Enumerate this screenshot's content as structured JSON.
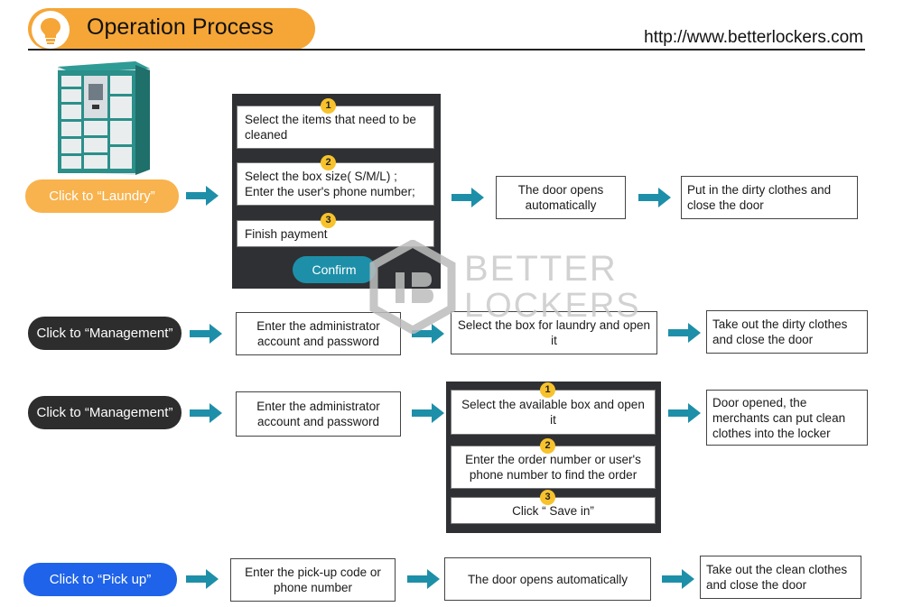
{
  "header": {
    "title": "Operation Process",
    "url": "http://www.betterlockers.com",
    "bulb_icon": "lightbulb-icon"
  },
  "watermark": {
    "line1": "BETTER",
    "line2": "LOCKERS"
  },
  "colors": {
    "orange": "#f5a637",
    "teal": "#1e8fa8",
    "dark": "#2f3033",
    "blue": "#1e63e9",
    "yellow": "#f7c22c"
  },
  "row1": {
    "start_button": "Click to “Laundry”",
    "steps": [
      {
        "num": "1",
        "text": "Select the items that need to be cleaned"
      },
      {
        "num": "2",
        "line1": "Select the box size( S/M/L) ;",
        "line2": "Enter the user's phone number;"
      },
      {
        "num": "3",
        "text": "Finish payment"
      }
    ],
    "confirm": "Confirm",
    "box2": "The door opens automatically",
    "box3": "Put in the dirty clothes and close the door"
  },
  "row2": {
    "start_button": "Click to “Management”",
    "box1": "Enter the administrator account and password",
    "box2": "Select the box for laundry and open it",
    "box3": "Take out the dirty clothes and close the door"
  },
  "row3": {
    "start_button": "Click to “Management”",
    "box1": "Enter the administrator account and password",
    "steps": [
      {
        "num": "1",
        "text": "Select the available box and open it"
      },
      {
        "num": "2",
        "text": "Enter the order number or user's phone number to find the order"
      },
      {
        "num": "3",
        "text": "Click “ Save in”"
      }
    ],
    "box3": "Door opened, the merchants can put clean clothes into the locker"
  },
  "row4": {
    "start_button": "Click to “Pick up”",
    "box1": "Enter the pick-up code or phone number",
    "box2": "The door opens automatically",
    "box3": "Take out the clean clothes and close the door"
  }
}
